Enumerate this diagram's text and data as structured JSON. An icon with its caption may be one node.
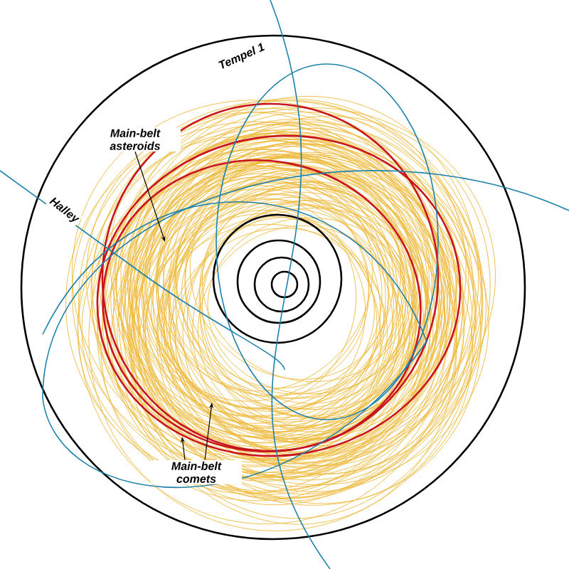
{
  "diagram": {
    "nodes": [
      {
        "text": [
          "Main-belt asteroids"
        ]
      },
      {
        "text": [
          "Main-belt comets"
        ]
      }
    ],
    "edges": [
      {
        "from": 0,
        "to": null,
        "arrow": "to"
      },
      {
        "from": 1,
        "to": null,
        "arrow": "to"
      },
      {
        "from": 1,
        "to": null,
        "arrow": "to"
      }
    ],
    "labels": [
      "Tempel 1",
      "Halley"
    ]
  }
}
